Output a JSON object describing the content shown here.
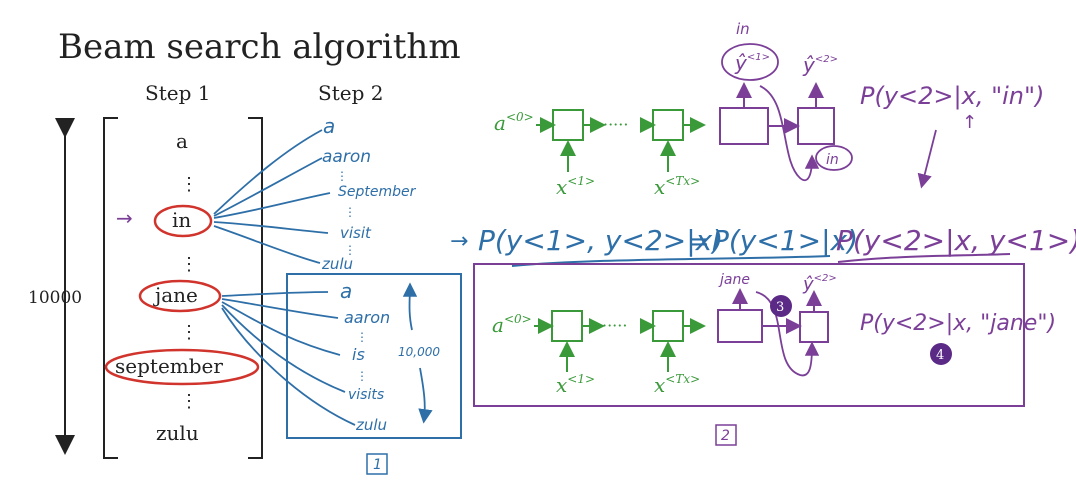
{
  "title": "Beam search algorithm",
  "step1": {
    "header": "Step 1",
    "words": [
      "a",
      "in",
      "jane",
      "september",
      "zulu"
    ],
    "ellipsis": "⋮",
    "vocab_size": "10000",
    "arrow_mark": "→"
  },
  "step2": {
    "header": "Step 2",
    "in_branch": [
      "a",
      "aaron",
      "September",
      "visit",
      "zulu"
    ],
    "jane_branch": [
      "a",
      "aaron",
      "is",
      "visits",
      "zulu"
    ],
    "box_size_label": "10,000",
    "box_tag": "1"
  },
  "network": {
    "a0": "a",
    "a0_sup": "<0>",
    "x1": "x",
    "x1_sup": "<1>",
    "xt": "x",
    "xt_sup": "<Tx>",
    "dots": "·····",
    "out1_label": "in",
    "yhat1": "ŷ",
    "yhat1_sup": "<1>",
    "yhat2": "ŷ",
    "yhat2_sup": "<2>",
    "feed_label": "in",
    "prob": "P(y<2>|x, \"in\")",
    "up_arrow": "↑"
  },
  "formula": {
    "lead": "→",
    "lhs": "P(y<1>, y<2>|x)",
    "eq": "=",
    "rhs1": "P(y<1>|x)",
    "rhs2": "P(y<2>|x, y<1>)"
  },
  "lower": {
    "a0": "a",
    "a0_sup": "<0>",
    "x1": "x",
    "x1_sup": "<1>",
    "xt": "x",
    "xt_sup": "<Tx>",
    "dots": "·····",
    "jane_label": "jane",
    "yhat2": "ŷ",
    "yhat2_sup": "<2>",
    "prob": "P(y<2>|x, \"jane\")",
    "badge3": "3",
    "badge4": "4",
    "box_tag": "2"
  },
  "colors": {
    "ink_black": "#222222",
    "ink_blue": "#2e6fa8",
    "ink_green": "#3a9a3a",
    "ink_purple": "#7b3f98",
    "ink_red": "#d0342c",
    "badge_purple": "#5b2a86"
  }
}
